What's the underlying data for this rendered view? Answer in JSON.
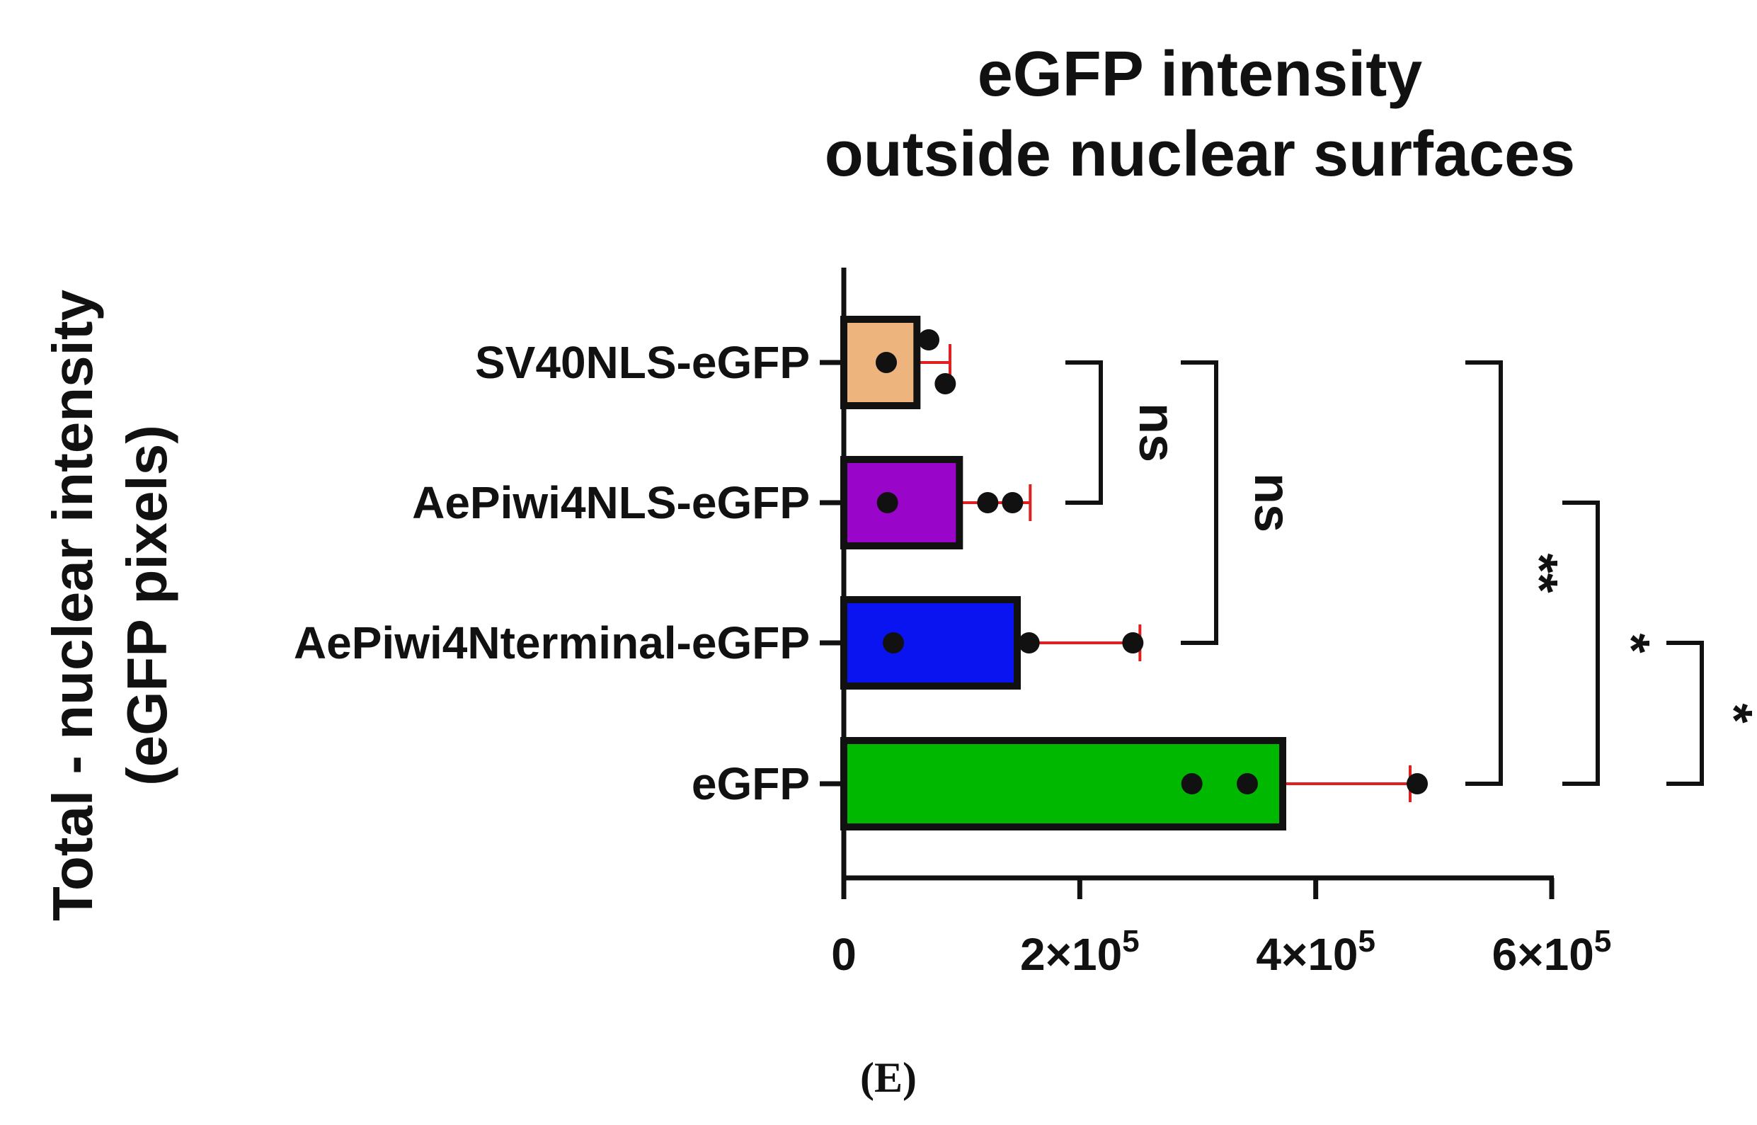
{
  "chart_data": {
    "type": "bar",
    "orientation": "horizontal",
    "title_line1": "eGFP intensity",
    "title_line2": "outside nuclear surfaces",
    "ylabel_line1": "Total - nuclear intensity",
    "ylabel_line2": "(eGFP pixels)",
    "xlim": [
      0,
      600000
    ],
    "xticks": [
      {
        "value": 0,
        "label": "0",
        "base": "0",
        "exp": ""
      },
      {
        "value": 200000,
        "label": "2×10^5",
        "base": "2×10",
        "exp": "5"
      },
      {
        "value": 400000,
        "label": "4×10^5",
        "base": "4×10",
        "exp": "5"
      },
      {
        "value": 600000,
        "label": "6×10^5",
        "base": "6×10",
        "exp": "5"
      }
    ],
    "grid": false,
    "categories": [
      "SV40NLS-eGFP",
      "AePiwi4NLS-eGFP",
      "AePiwi4Nterminal-eGFP",
      "eGFP"
    ],
    "values": [
      62000,
      98000,
      147000,
      372000
    ],
    "errors": [
      28000,
      60000,
      104000,
      108000
    ],
    "points": [
      [
        36000,
        72000,
        86000
      ],
      [
        37000,
        122000,
        143000
      ],
      [
        42000,
        157000,
        245000
      ],
      [
        295000,
        342000,
        486000
      ]
    ],
    "colors": [
      "#EDB47E",
      "#9A06C9",
      "#0A14F0",
      "#00B800"
    ],
    "error_color": "#E02020",
    "significance": [
      {
        "from": "SV40NLS-eGFP",
        "to": "AePiwi4NLS-eGFP",
        "label": "ns"
      },
      {
        "from": "SV40NLS-eGFP",
        "to": "AePiwi4Nterminal-eGFP",
        "label": "ns"
      },
      {
        "from": "SV40NLS-eGFP",
        "to": "eGFP",
        "label": "**"
      },
      {
        "from": "AePiwi4NLS-eGFP",
        "to": "eGFP",
        "label": "*"
      },
      {
        "from": "AePiwi4Nterminal-eGFP",
        "to": "eGFP",
        "label": "*"
      }
    ]
  },
  "panel_label": "(E)"
}
